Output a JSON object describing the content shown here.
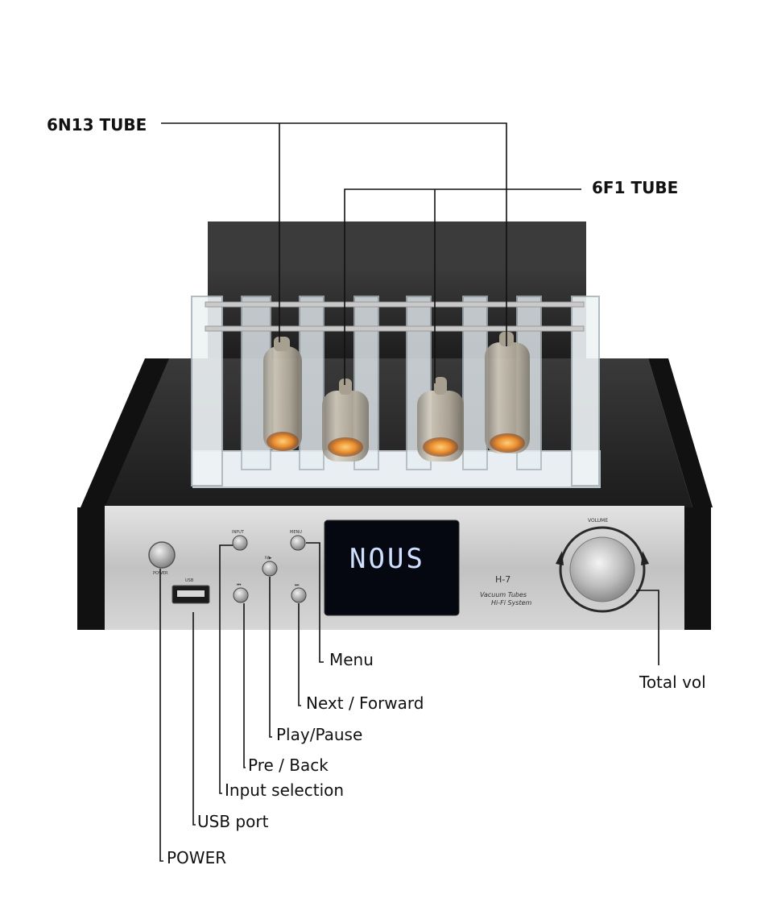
{
  "callouts": {
    "tube_6n13": "6N13 TUBE",
    "tube_6f1": "6F1 TUBE",
    "menu": "Menu",
    "total_vol": "Total vol",
    "next_forward": "Next / Forward",
    "play_pause": "Play/Pause",
    "pre_back": "Pre / Back",
    "input_selection": "Input selection",
    "usb_port": "USB port",
    "power": "POWER"
  },
  "device": {
    "display_text": "NOUS",
    "model": "H-7",
    "subtitle_line1": "Vacuum Tubes",
    "subtitle_line2": "Hi-Fi System",
    "volume_label": "VOLUME",
    "power_label": "POWER",
    "usb_label": "USB",
    "input_label": "INPUT",
    "menu_label": "MENU",
    "play_label": "II/▶",
    "prev_label": "⏮",
    "next_label": "⏭"
  },
  "colors": {
    "chassis": "#2a2a2a",
    "faceplate": "#c9c9c9",
    "display_bg": "#050810",
    "display_text": "#cfe0ff",
    "tube_glow": "#e88a2a",
    "acrylic": "#e6eef2"
  }
}
